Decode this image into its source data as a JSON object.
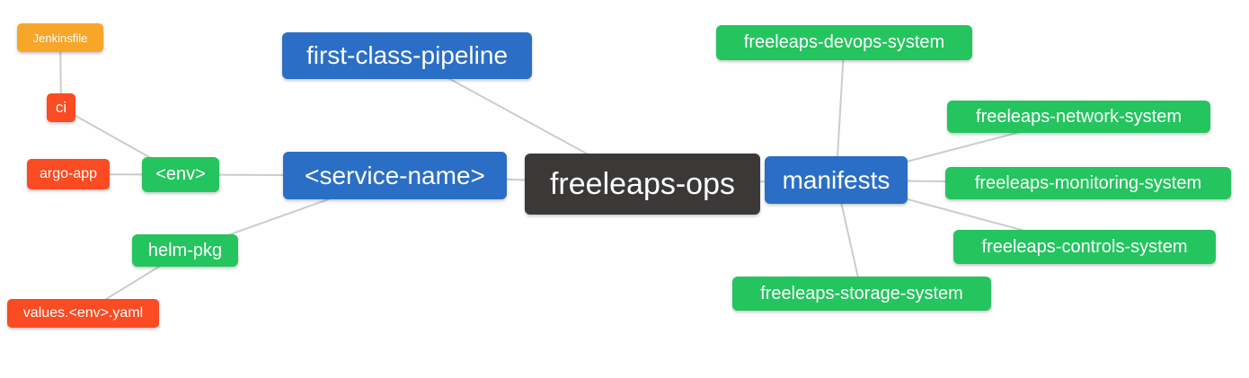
{
  "diagram": {
    "type": "mindmap",
    "root_label": "freeleaps-ops",
    "colors": {
      "root": "#3b3838",
      "blue": "#2b6ec5",
      "green": "#24c45e",
      "red": "#fa4b22",
      "amber": "#f8a62a",
      "edge": "#cccccc",
      "background": "#ffffff"
    },
    "nodes": [
      {
        "id": "jenkinsfile",
        "label": "Jenkinsfile",
        "color": "amber",
        "level": 4
      },
      {
        "id": "ci",
        "label": "ci",
        "color": "red",
        "level": 3
      },
      {
        "id": "argo-app",
        "label": "argo-app",
        "color": "red",
        "level": 3
      },
      {
        "id": "env",
        "label": "<env>",
        "color": "green",
        "level": 2
      },
      {
        "id": "helm-pkg",
        "label": "helm-pkg",
        "color": "green",
        "level": 2
      },
      {
        "id": "values-env-yaml",
        "label": "values.<env>.yaml",
        "color": "red",
        "level": 3
      },
      {
        "id": "first-class-pipeline",
        "label": "first-class-pipeline",
        "color": "blue",
        "level": 1
      },
      {
        "id": "service-name",
        "label": "<service-name>",
        "color": "blue",
        "level": 1
      },
      {
        "id": "freeleaps-ops",
        "label": "freeleaps-ops",
        "color": "root",
        "level": 0
      },
      {
        "id": "manifests",
        "label": "manifests",
        "color": "blue",
        "level": 1
      },
      {
        "id": "devops-system",
        "label": "freeleaps-devops-system",
        "color": "green",
        "level": 2
      },
      {
        "id": "network-system",
        "label": "freeleaps-network-system",
        "color": "green",
        "level": 2
      },
      {
        "id": "monitoring-system",
        "label": "freeleaps-monitoring-system",
        "color": "green",
        "level": 2
      },
      {
        "id": "controls-system",
        "label": "freeleaps-controls-system",
        "color": "green",
        "level": 2
      },
      {
        "id": "storage-system",
        "label": "freeleaps-storage-system",
        "color": "green",
        "level": 2
      }
    ],
    "edges": [
      {
        "from": "jenkinsfile",
        "to": "ci"
      },
      {
        "from": "ci",
        "to": "env"
      },
      {
        "from": "argo-app",
        "to": "env"
      },
      {
        "from": "env",
        "to": "service-name"
      },
      {
        "from": "helm-pkg",
        "to": "service-name"
      },
      {
        "from": "values-env-yaml",
        "to": "helm-pkg"
      },
      {
        "from": "service-name",
        "to": "freeleaps-ops"
      },
      {
        "from": "first-class-pipeline",
        "to": "freeleaps-ops"
      },
      {
        "from": "manifests",
        "to": "freeleaps-ops"
      },
      {
        "from": "manifests",
        "to": "devops-system"
      },
      {
        "from": "manifests",
        "to": "network-system"
      },
      {
        "from": "manifests",
        "to": "monitoring-system"
      },
      {
        "from": "manifests",
        "to": "controls-system"
      },
      {
        "from": "manifests",
        "to": "storage-system"
      }
    ]
  }
}
